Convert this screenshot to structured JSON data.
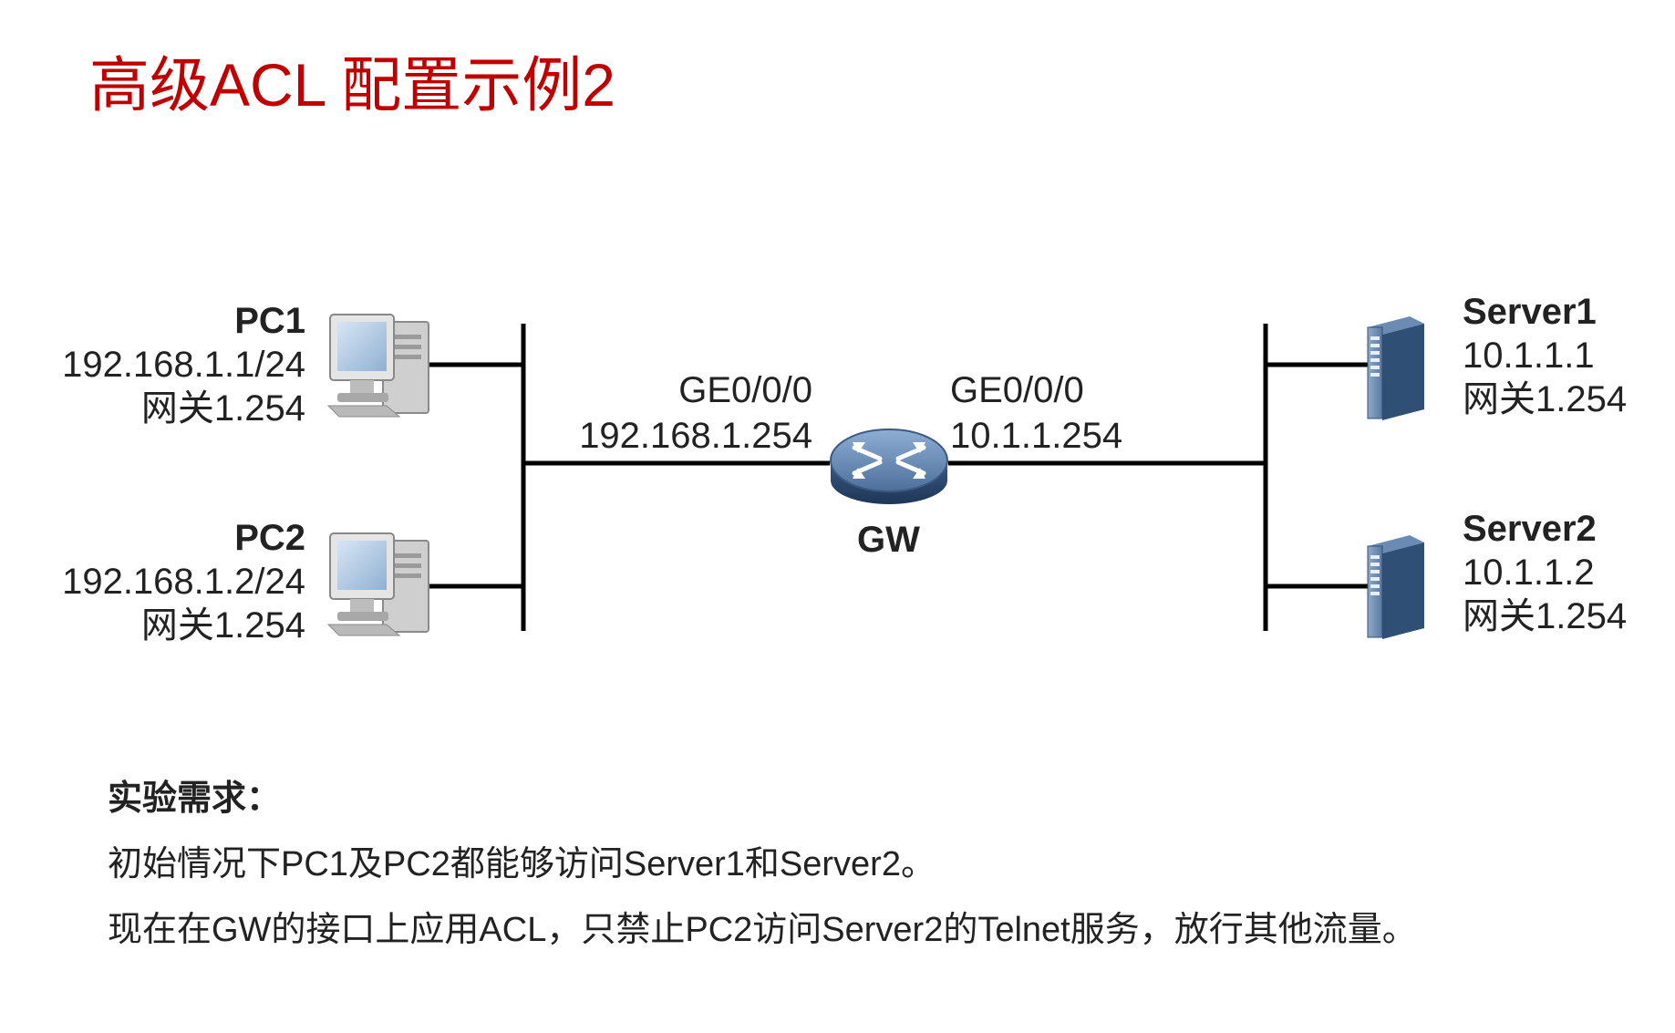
{
  "title": "高级ACL 配置示例2",
  "devices": {
    "pc1": {
      "name": "PC1",
      "ip": "192.168.1.1/24",
      "gateway": "网关1.254",
      "icon": "pc-icon"
    },
    "pc2": {
      "name": "PC2",
      "ip": "192.168.1.2/24",
      "gateway": "网关1.254",
      "icon": "pc-icon"
    },
    "gw": {
      "name": "GW",
      "icon": "router-icon",
      "left_iface": {
        "name": "GE0/0/0",
        "ip": "192.168.1.254"
      },
      "right_iface": {
        "name": "GE0/0/0",
        "ip": "10.1.1.254"
      }
    },
    "server1": {
      "name": "Server1",
      "ip": "10.1.1.1",
      "gateway": "网关1.254",
      "icon": "server-icon"
    },
    "server2": {
      "name": "Server2",
      "ip": "10.1.1.2",
      "gateway": "网关1.254",
      "icon": "server-icon"
    }
  },
  "requirements": {
    "heading": "实验需求：",
    "lines": [
      "初始情况下PC1及PC2都能够访问Server1和Server2。",
      "现在在GW的接口上应用ACL，只禁止PC2访问Server2的Telnet服务，放行其他流量。"
    ]
  },
  "colors": {
    "title": "#c00000",
    "router_body": "#3e5f8a",
    "router_top": "#6f8fb8",
    "server_body": "#2f4f75",
    "pc_body": "#d9d9d9"
  }
}
